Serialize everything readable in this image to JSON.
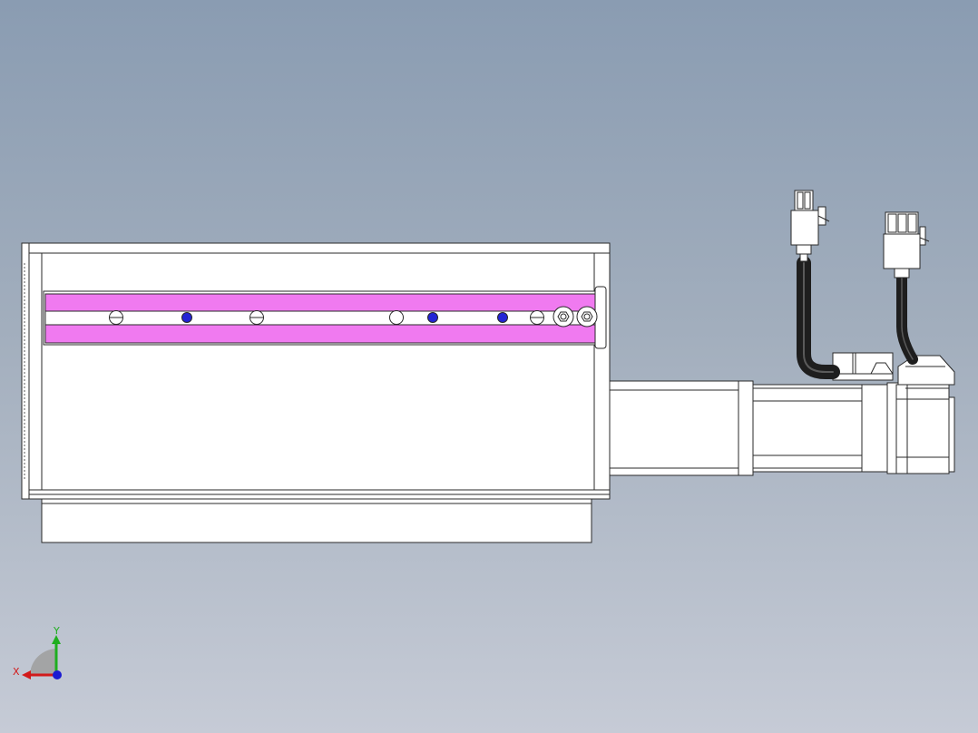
{
  "viewport": {
    "background_top": "#8a9cb2",
    "background_bottom": "#c6cbd6"
  },
  "colors": {
    "body_fill": "#ffffff",
    "edge": "#2a2a2a",
    "slot_fill": "#f07af0",
    "screw_blue": "#2323d6",
    "cable": "#1e1e1e",
    "axis_y": "#1fae1f",
    "axis_x": "#d21a1a",
    "axis_z": "#1a1ad2",
    "triad_fill": "#a0a0a0"
  },
  "triad": {
    "x_label": "X",
    "y_label": "Y"
  },
  "parts": {
    "actuator_body": "linear-actuator-body",
    "slot_cover": "slot-cover",
    "motor": "servo-motor",
    "connectors": [
      "power-connector",
      "encoder-connector"
    ]
  }
}
